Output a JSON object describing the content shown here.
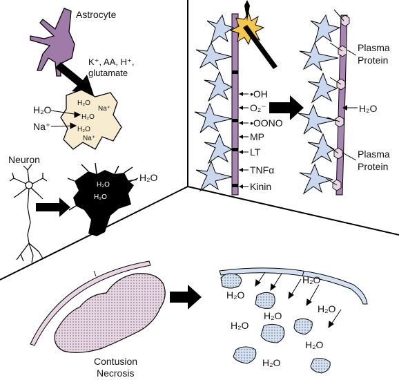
{
  "astrocyte_panel": {
    "astrocyte_label": "Astrocyte",
    "ions_line1": "K⁺, AA, H⁺,",
    "ions_line2": "glutamate",
    "water_label": "H₂O",
    "sodium_label": "Na⁺",
    "cell_water_1": "H₂O",
    "cell_water_2": "H₂O",
    "cell_water_3": "H₂O",
    "cell_sodium_1": "Na⁺",
    "cell_sodium_2": "Na⁺"
  },
  "neuron_panel": {
    "neuron_label": "Neuron",
    "water_label": "H₂O",
    "cell_water_1": "H₂O",
    "cell_water_2": "H₂O"
  },
  "vessel_panel": {
    "mediators": [
      "•OH",
      "O₂⁻",
      "•OONO",
      "MP",
      "LT",
      "TNFα",
      "Kinin"
    ],
    "plasma_protein_line1": "Plasma",
    "plasma_protein_line2": "Protein",
    "plasma_protein2_line1": "Plasma",
    "plasma_protein2_line2": "Protein",
    "water_label": "H₂O"
  },
  "contusion_panel": {
    "label_line1": "Contusion",
    "label_line2": "Necrosis",
    "water_labels": [
      "H₂O",
      "H₂O",
      "H₂O",
      "H₂O",
      "H₂O",
      "H₂O",
      "H₂O"
    ]
  },
  "colors": {
    "astrocyte_purple": "#a07aa8",
    "vessel_purple": "#a985b3",
    "glial_blue": "#c9d8ee",
    "swollen_cell": "#f7ecd0",
    "contusion_pink": "#e9d6e4",
    "edema_blue": "#d3e2f2",
    "injury_yellow": "#f4c64a"
  }
}
